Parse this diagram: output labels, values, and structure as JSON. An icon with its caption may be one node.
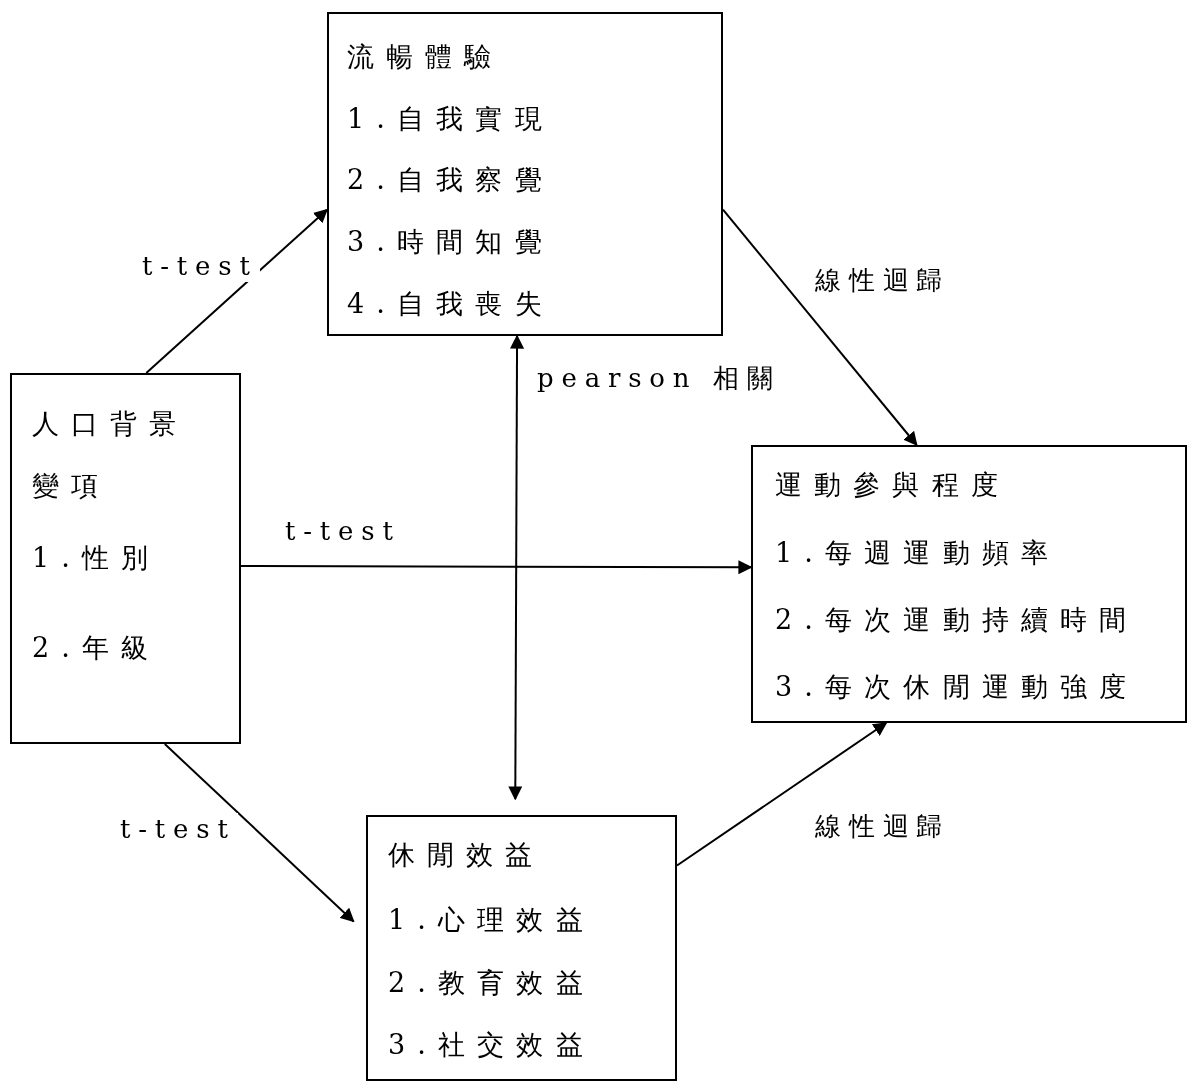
{
  "diagram": {
    "nodes": [
      {
        "text": [
          "流暢體驗",
          "1.自我實現",
          "2.自我察覺",
          "3.時間知覺",
          "4.自我喪失"
        ]
      },
      {
        "text": [
          "人口背景變項",
          "1.性別",
          "2.年級"
        ]
      },
      {
        "text": [
          "運動參與程度",
          "1.每週運動頻率",
          "2.每次運動持續時間",
          "3.每次休閒運動強度"
        ]
      },
      {
        "text": [
          "休閒效益",
          "1.心理效益",
          "2.教育效益",
          "3.社交效益"
        ]
      }
    ],
    "edges": [
      {
        "from": 1,
        "to": 0,
        "arrow": "to",
        "label": "t-test"
      },
      {
        "from": 1,
        "to": 2,
        "arrow": "to",
        "label": "t-test"
      },
      {
        "from": 1,
        "to": 3,
        "arrow": "to",
        "label": "t-test"
      },
      {
        "from": 0,
        "to": 3,
        "arrow": "both",
        "label": "pearson 相關"
      },
      {
        "from": 0,
        "to": 2,
        "arrow": "to",
        "label": "線性迴歸"
      },
      {
        "from": 3,
        "to": 2,
        "arrow": "to",
        "label": "線性迴歸"
      }
    ]
  }
}
